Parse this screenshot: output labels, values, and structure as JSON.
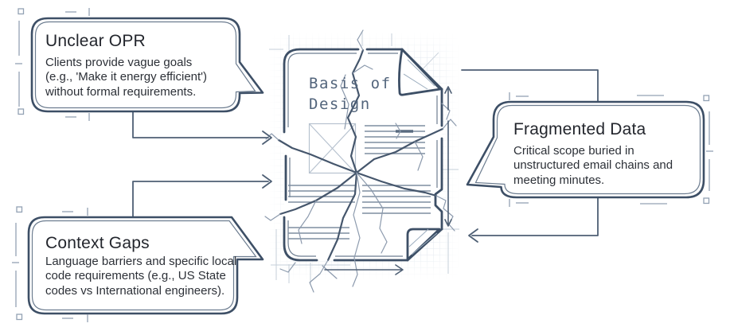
{
  "document": {
    "label_line1": "Basis of",
    "label_line2": "Design"
  },
  "callouts": {
    "unclear_opr": {
      "title": "Unclear OPR",
      "body_lines": [
        "Clients provide vague goals",
        "(e.g., 'Make it energy efficient')",
        "without formal requirements."
      ]
    },
    "fragmented_data": {
      "title": "Fragmented Data",
      "body_lines": [
        "Critical scope buried in",
        "unstructured email chains and",
        "meeting minutes."
      ]
    },
    "context_gaps": {
      "title": "Context Gaps",
      "body_lines": [
        "Language barriers and specific local",
        "code requirements (e.g., US State",
        "codes vs International engineers)."
      ]
    }
  },
  "colors": {
    "outline_dark": "#3d4f66",
    "inner_sketch": "#6d7d90",
    "connector": "#4e5f74",
    "crack_major": "#45566c",
    "crack_minor": "#8c9aad",
    "paper_text_line": "#7e8ea1",
    "construction": "#c6cfd9",
    "grid": "#e3e9ef",
    "selection_marks": "#93a2b4",
    "title_text": "#23262d",
    "body_text": "#2c3037",
    "doc_label_text": "#53657c"
  }
}
